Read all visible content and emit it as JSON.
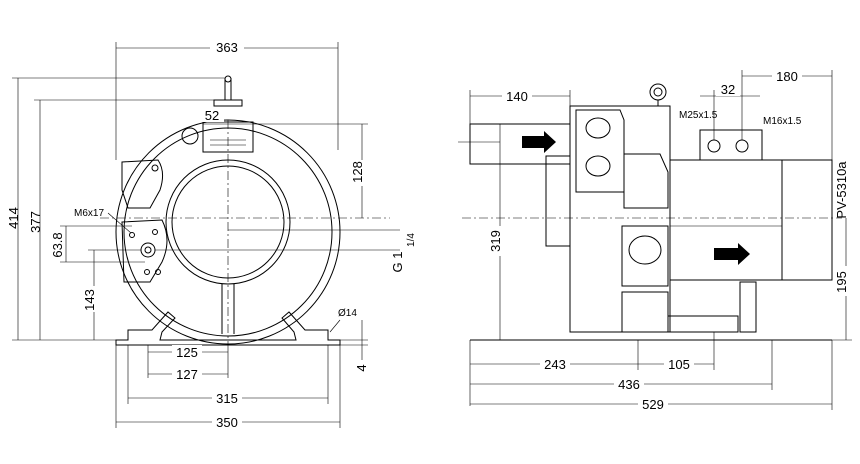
{
  "drawing": {
    "front_view": {
      "dimensions": {
        "width_top": "363",
        "flange": "52",
        "height_total": "414",
        "height_inner": "377",
        "offset_128": "128",
        "bolt": "M6x17",
        "offset_63_8": "63.8",
        "thread": "G 1",
        "thread_frac": "1/4",
        "offset_143": "143",
        "hole": "Ø14",
        "base_thick": "4",
        "foot_125": "125",
        "foot_127": "127",
        "foot_315": "315",
        "foot_350": "350"
      }
    },
    "side_view": {
      "dimensions": {
        "inlet_140": "140",
        "terminal_180": "180",
        "terminal_32": "32",
        "conn_m25": "M25x1.5",
        "conn_m16": "M16x1.5",
        "model": "PV-5310a",
        "height_319": "319",
        "height_195": "195",
        "len_243": "243",
        "len_105": "105",
        "len_436": "436",
        "len_529": "529"
      }
    }
  }
}
